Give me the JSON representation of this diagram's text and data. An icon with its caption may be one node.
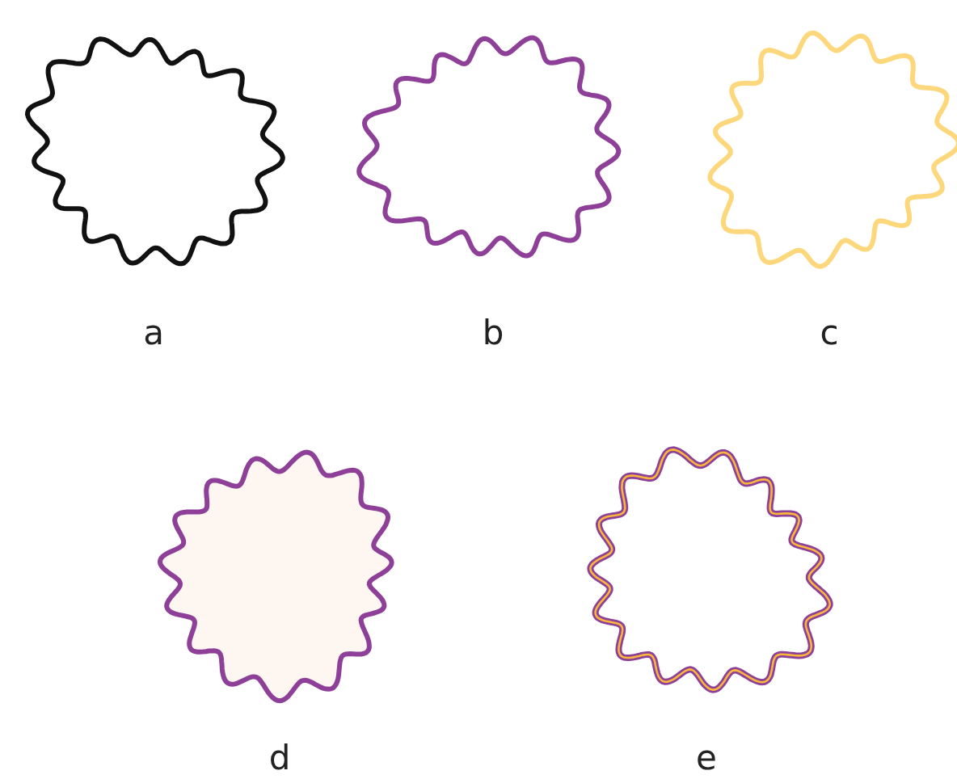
{
  "diagram": {
    "labels": [
      "a",
      "b",
      "c",
      "d",
      "e"
    ]
  }
}
